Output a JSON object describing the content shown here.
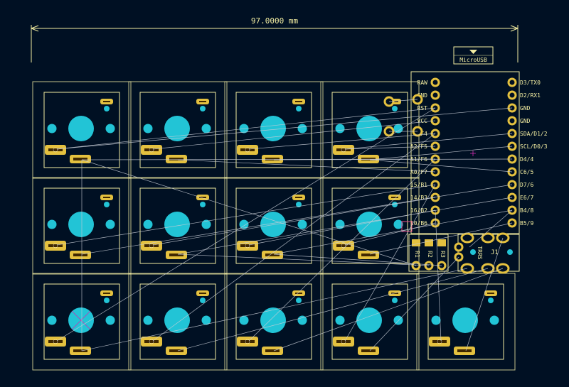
{
  "dimension": {
    "label": "97.0000 mm"
  },
  "controller": {
    "usb_label": "MicroUSB",
    "left_pins": [
      "RAW",
      "GND",
      "RST",
      "VCC",
      "F4",
      "A2/F5",
      "A1/F6",
      "A0/F7",
      "15/B1",
      "14/B3",
      "16/B2",
      "10/B6"
    ],
    "right_pins": [
      "D3/TX0",
      "D2/RX1",
      "GND",
      "GND",
      "SDA/D1/2",
      "SCL/D0/3",
      "D4/4",
      "C6/5",
      "D7/6",
      "E6/7",
      "B4/8",
      "B5/9"
    ]
  },
  "resistors": [
    "R1",
    "R2",
    "R3"
  ],
  "connector": {
    "ref": "J1",
    "value": "TRRS"
  },
  "switch_grid": {
    "rows": 3,
    "cols": 4,
    "extra_bottom_right": true
  },
  "colors": {
    "background": "#001023",
    "silkscreen": "#f2eda1",
    "pad": "#e4c13f",
    "through_hole": "#22c4d6",
    "ratsnest": "#c8cdd6",
    "anchor": "#d12ab0"
  }
}
